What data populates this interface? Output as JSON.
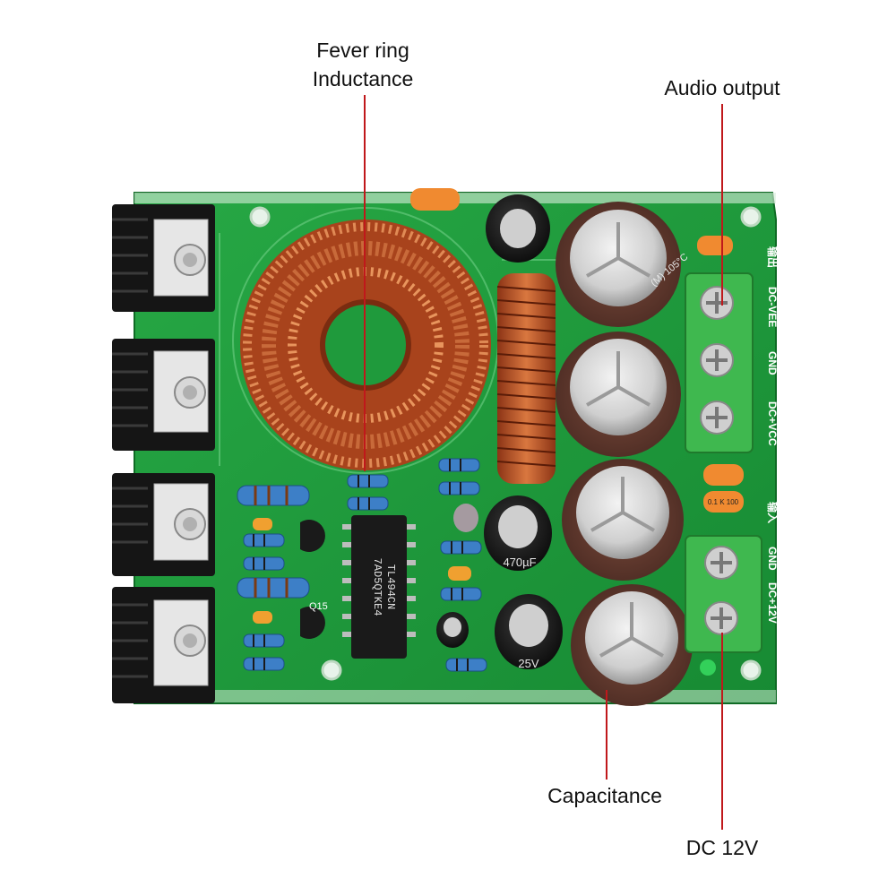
{
  "callouts": {
    "inductance": {
      "line1": "Fever ring",
      "line2": "Inductance"
    },
    "audio_output": "Audio output",
    "capacitance": "Capacitance",
    "dc_input": "DC 12V"
  },
  "board_markings": {
    "ic_line1": "7AD5QTKE4",
    "ic_line2": "TL494CN",
    "cap_value_1": "470µF",
    "cap_value_2": "25V",
    "cap_temp": "(M) 105°C",
    "terminal_out_top": "DC-VEE",
    "terminal_out_mid": "GND",
    "terminal_out_bot": "DC+VCC",
    "terminal_in_top": "GND",
    "terminal_in_bot": "DC+12V",
    "label_out_cn": "输出",
    "label_in_cn": "输入",
    "small_cap_code": "0.1 K 100",
    "transistor_ref": "Q15"
  },
  "colors": {
    "pcb": "#1f9a3c",
    "copper": "#c0552b",
    "heatsink": "#1a1a1a",
    "terminal": "#39b34a",
    "leader_line": "#c0181b",
    "capacitor": "#6b3e31"
  }
}
